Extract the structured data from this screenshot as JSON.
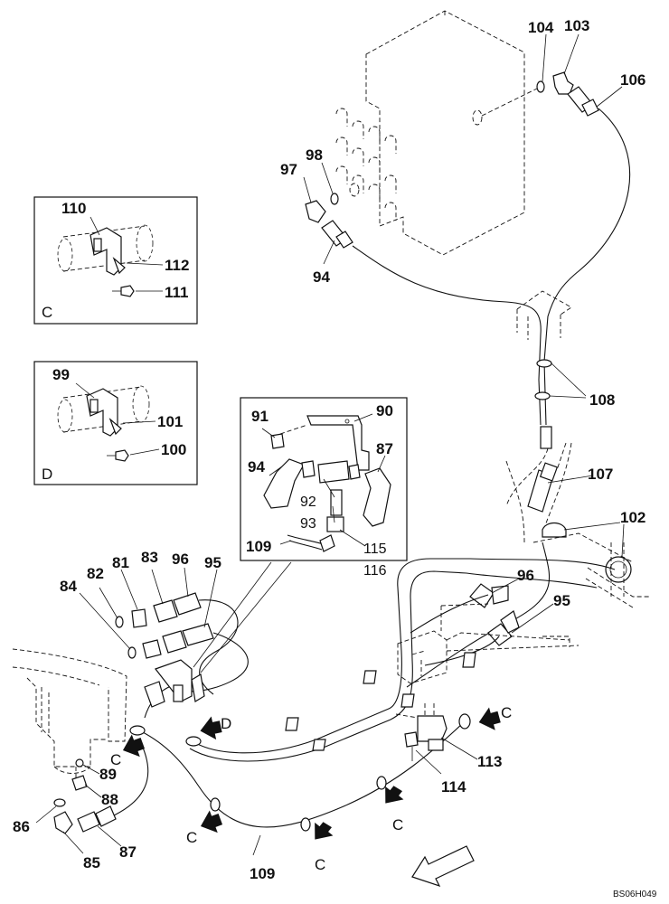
{
  "labels": {
    "n110": "110",
    "n112": "112",
    "n111": "111",
    "viewC": "C",
    "n99": "99",
    "n101": "101",
    "n100": "100",
    "viewD": "D",
    "n104": "104",
    "n103": "103",
    "n106": "106",
    "n98": "98",
    "n97": "97",
    "n94": "94",
    "n108": "108",
    "n107": "107",
    "n102": "102",
    "n91": "91",
    "n90": "90",
    "n94b": "94",
    "n87": "87",
    "n92": "92",
    "n93": "93",
    "n109": "109",
    "n115": "115",
    "n116": "116",
    "n81": "81",
    "n83": "83",
    "n96": "96",
    "n95": "95",
    "n82": "82",
    "n84": "84",
    "n96b": "96",
    "n95b": "95",
    "n89": "89",
    "n88": "88",
    "n86": "86",
    "n85": "85",
    "n87b": "87",
    "n109b": "109",
    "n113": "113",
    "n114": "114",
    "arrowD": "D",
    "arrowC1": "C",
    "arrowC2": "C",
    "arrowC3": "C",
    "arrowC4": "C",
    "arrowC5": "C"
  },
  "reference": "BS06H049"
}
